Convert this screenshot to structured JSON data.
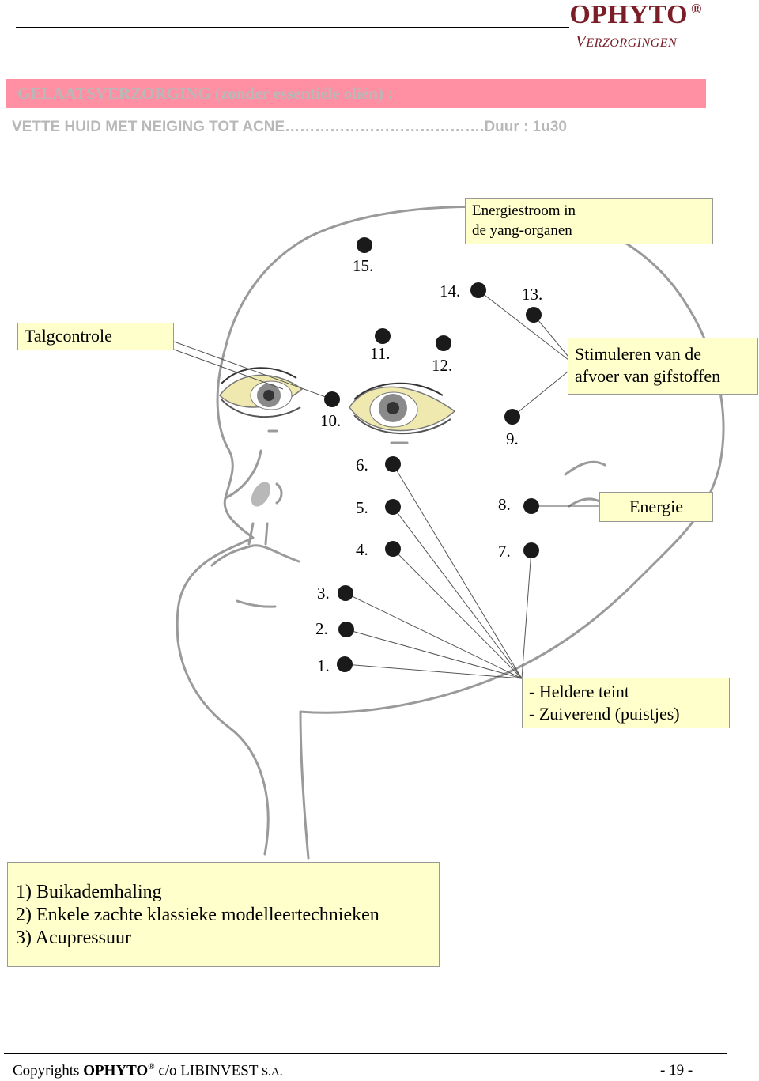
{
  "header": {
    "brand": "OPHYTO",
    "brand_mark": "®",
    "subtitle_initial": "V",
    "subtitle_rest": "ERZORGINGEN"
  },
  "title_bar": {
    "title": "GELAATSVERZORGING (zonder essentiële oliën) :",
    "subtitle": "VETTE HUID MET NEIGING TOT ACNE………………………………….Duur : 1u30"
  },
  "labels": {
    "energiestroom_line1": "Energiestroom in",
    "energiestroom_line2": "de yang-organen",
    "talgcontrole": "Talgcontrole",
    "stimuleren_line1": "Stimuleren van de",
    "stimuleren_line2": "afvoer van gifstoffen",
    "energie": "Energie",
    "heldere_line1": "- Heldere teint",
    "heldere_line2": "- Zuiverend (puistjes)"
  },
  "points": [
    "1.",
    "2.",
    "3.",
    "4.",
    "5.",
    "6.",
    "7.",
    "8.",
    "9.",
    "10.",
    "11.",
    "12.",
    "13.",
    "14.",
    "15."
  ],
  "steps": [
    "1) Buikademhaling",
    "2) Enkele zachte klassieke modelleertechnieken",
    "3) Acupressuur"
  ],
  "footer": {
    "copyright_prefix": "Copyrights ",
    "brand": "OPHYTO",
    "brand_mark": "®",
    "middle": " c/o LIBINVEST ",
    "suffix": "S.A.",
    "page": "- 19 -"
  },
  "colors": {
    "brand": "#7a1e28",
    "title_bar": "#ff8fa3",
    "label_box": "#ffffcc",
    "face_outline": "#9a9a9a",
    "eyelid": "#efe9b0"
  }
}
